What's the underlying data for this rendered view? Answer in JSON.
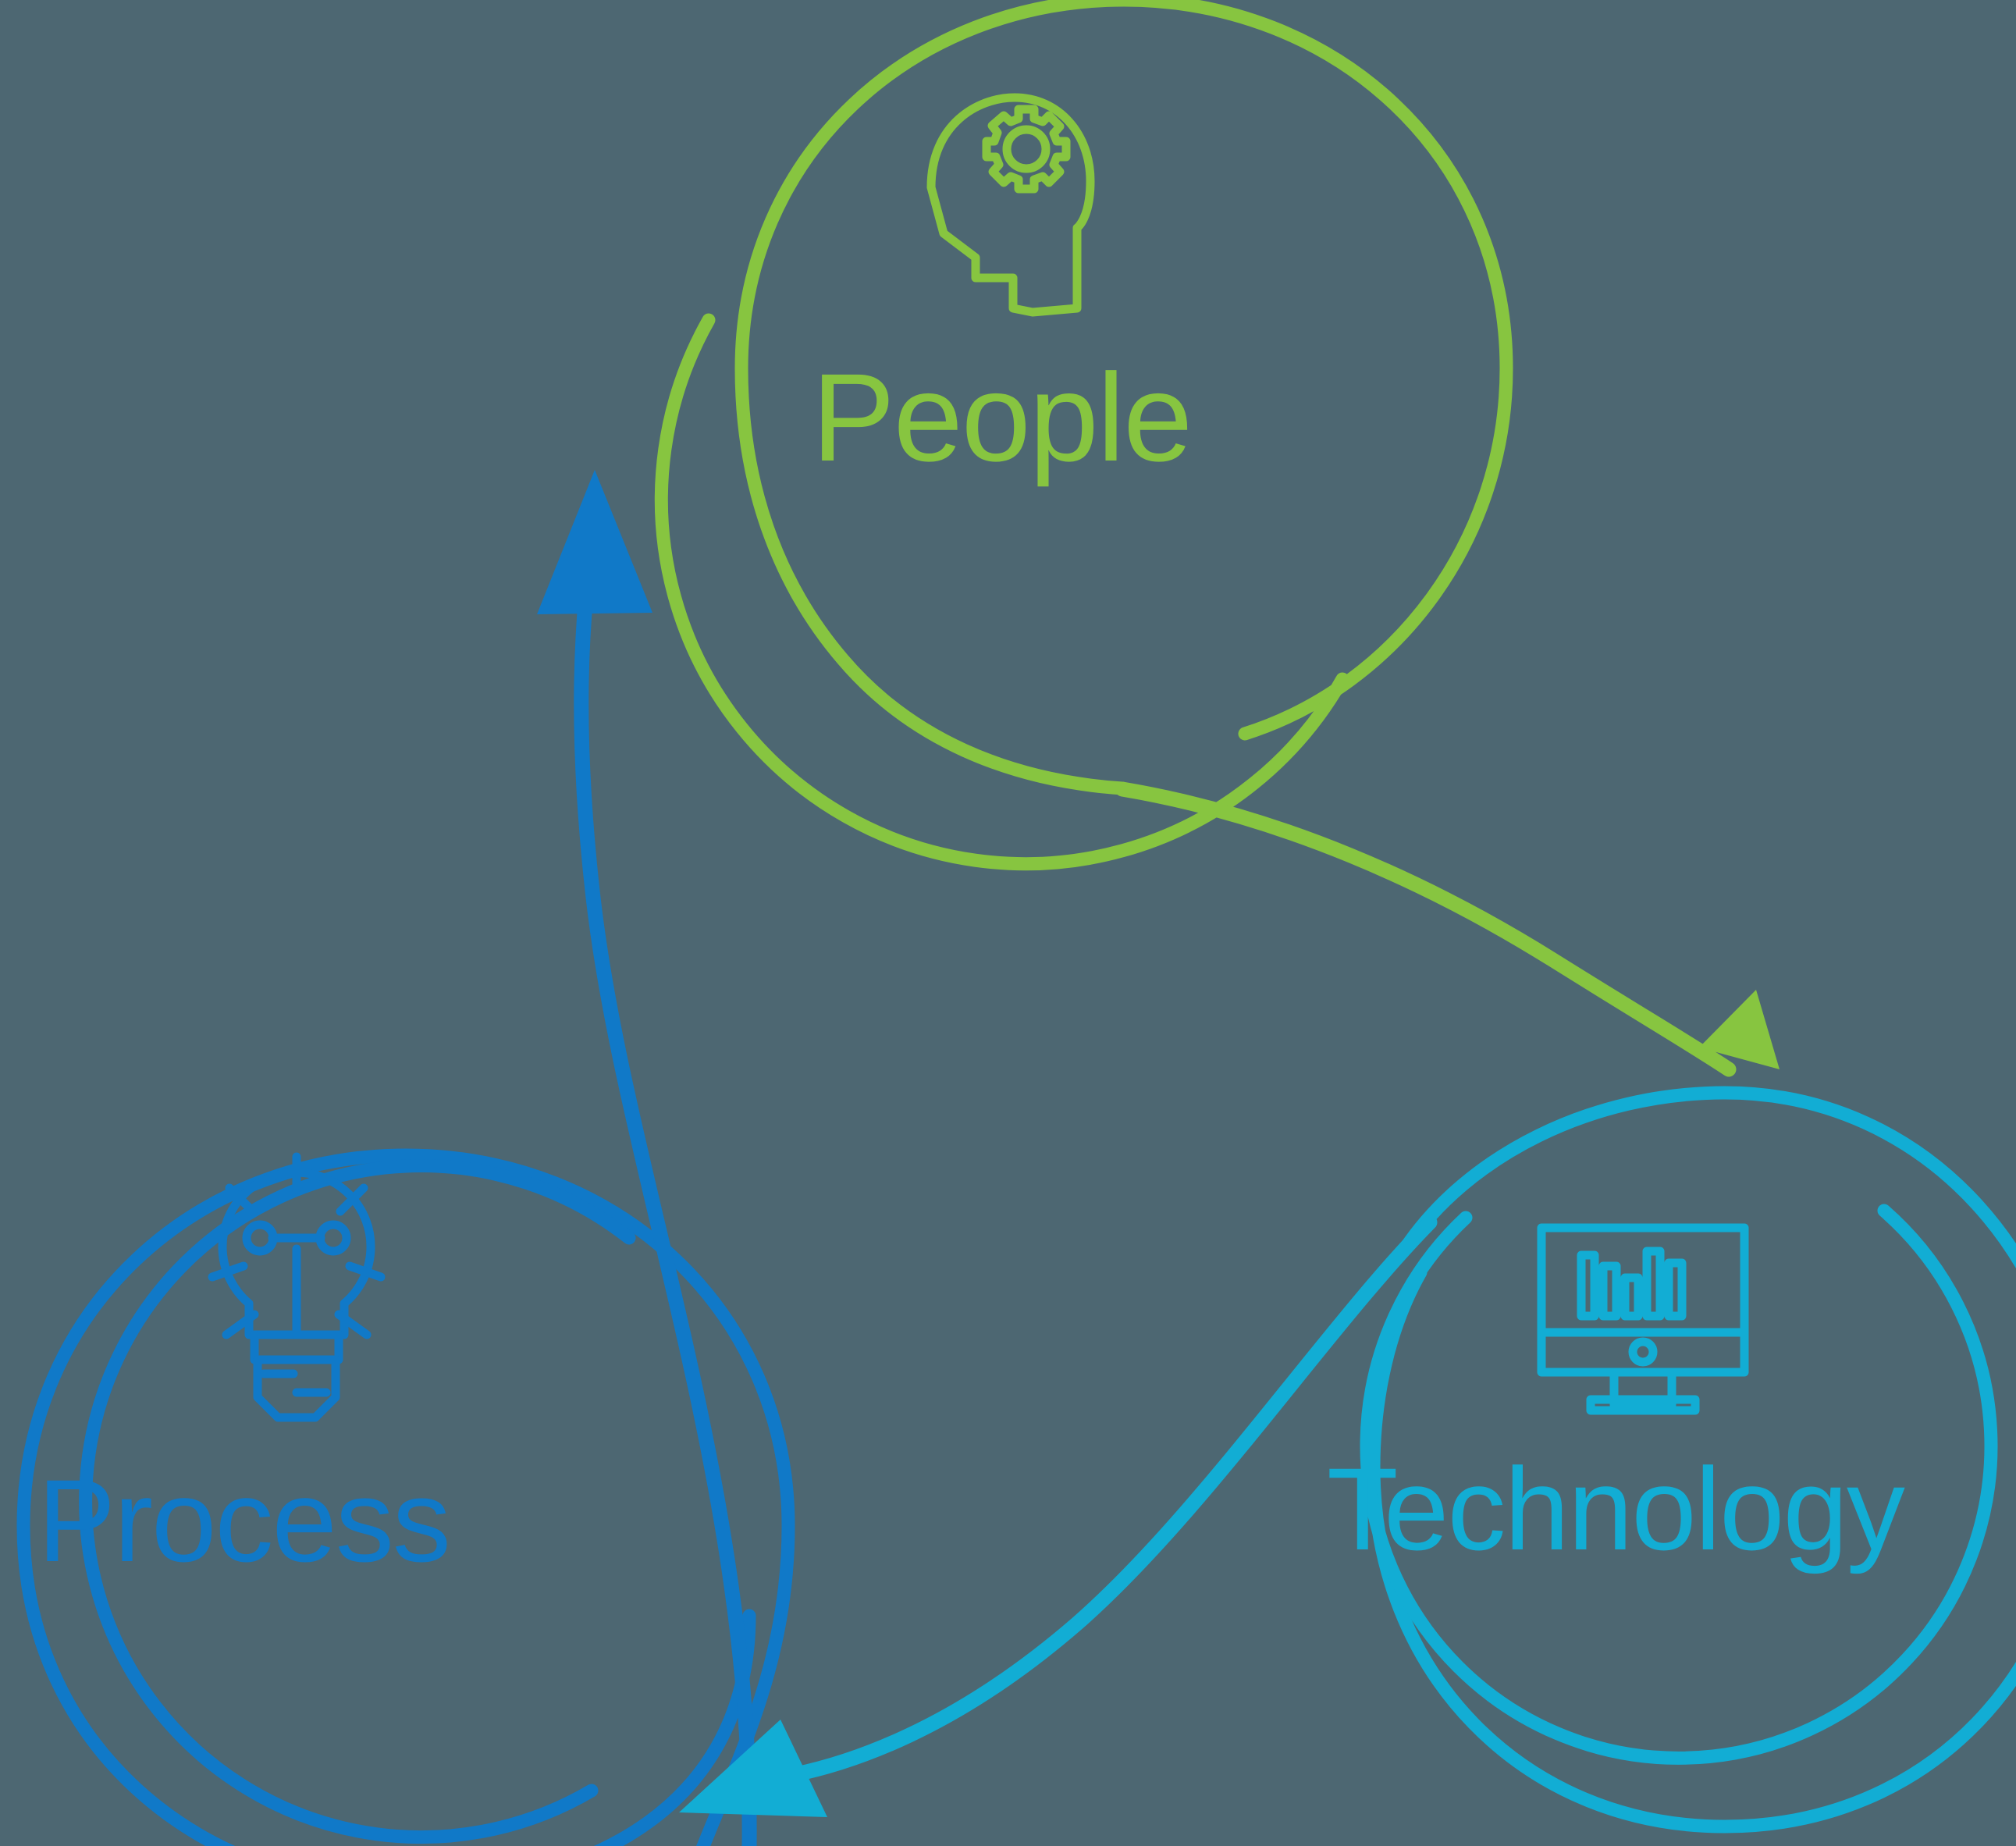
{
  "diagram": {
    "title": "People Process Technology cycle",
    "type": "cyclic-flow-diagram",
    "background_color": "#4d6772",
    "nodes": [
      {
        "id": "people",
        "label": "People",
        "color": "#87c540",
        "icon": "head-gear-icon",
        "icon_description": "human head profile with a gear inside",
        "position": "top-center"
      },
      {
        "id": "process",
        "label": "Process",
        "color": "#1079c8",
        "icon": "lightbulb-icon",
        "icon_description": "lightbulb with rays and circuit nodes",
        "position": "bottom-left"
      },
      {
        "id": "technology",
        "label": "Technology",
        "color": "#12ADD4",
        "icon": "monitor-chart-icon",
        "icon_description": "desktop monitor displaying a bar chart",
        "position": "bottom-right"
      }
    ],
    "connectors": [
      {
        "id": "people-to-technology",
        "from": "People",
        "to": "Technology",
        "color": "#87c540",
        "arrowhead": "down-right"
      },
      {
        "id": "technology-to-process",
        "from": "Technology",
        "to": "Process",
        "color": "#12ADD4",
        "arrowhead": "down-left"
      },
      {
        "id": "process-to-people",
        "from": "Process",
        "to": "People",
        "color": "#1079c8",
        "arrowhead": "up"
      }
    ]
  }
}
